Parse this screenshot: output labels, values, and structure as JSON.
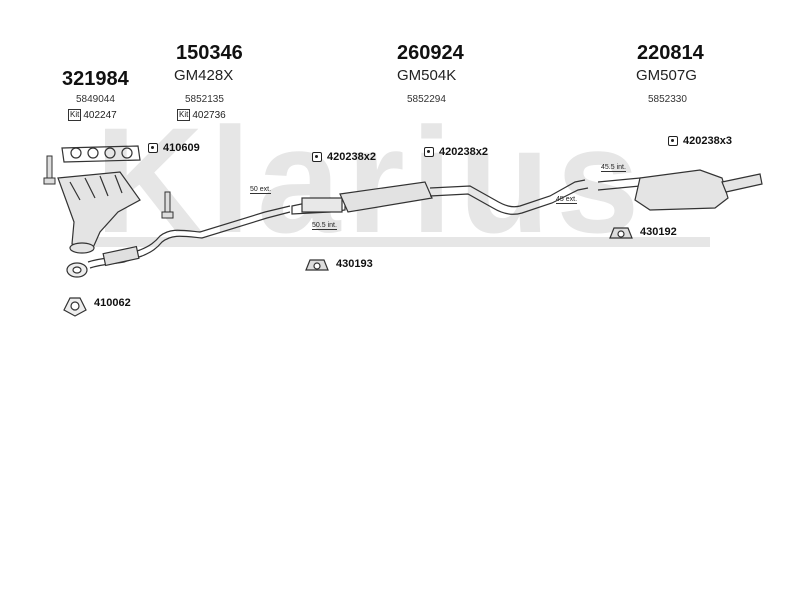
{
  "watermark": "Klarius",
  "groups": [
    {
      "code": "321984",
      "oem": "5849044",
      "kit": "402247",
      "kit_badge": "Kit"
    },
    {
      "code": "150346",
      "model": "GM428X",
      "oem": "5852135",
      "kit": "402736",
      "kit_badge": "Kit"
    },
    {
      "code": "260924",
      "model": "GM504K",
      "oem": "5852294"
    },
    {
      "code": "220814",
      "model": "GM507G",
      "oem": "5852330"
    }
  ],
  "parts": {
    "gasket_410609": "410609",
    "gasket_410062": "410062",
    "clamp_a": "420238x2",
    "clamp_b": "420238x2",
    "clamp_c": "420238x3",
    "mount_430193": "430193",
    "mount_430192": "430192"
  },
  "dimensions": {
    "d1": "50 ext.",
    "d2": "50.5 int.",
    "d3": "45.5 int.",
    "d4": "45 ext."
  }
}
